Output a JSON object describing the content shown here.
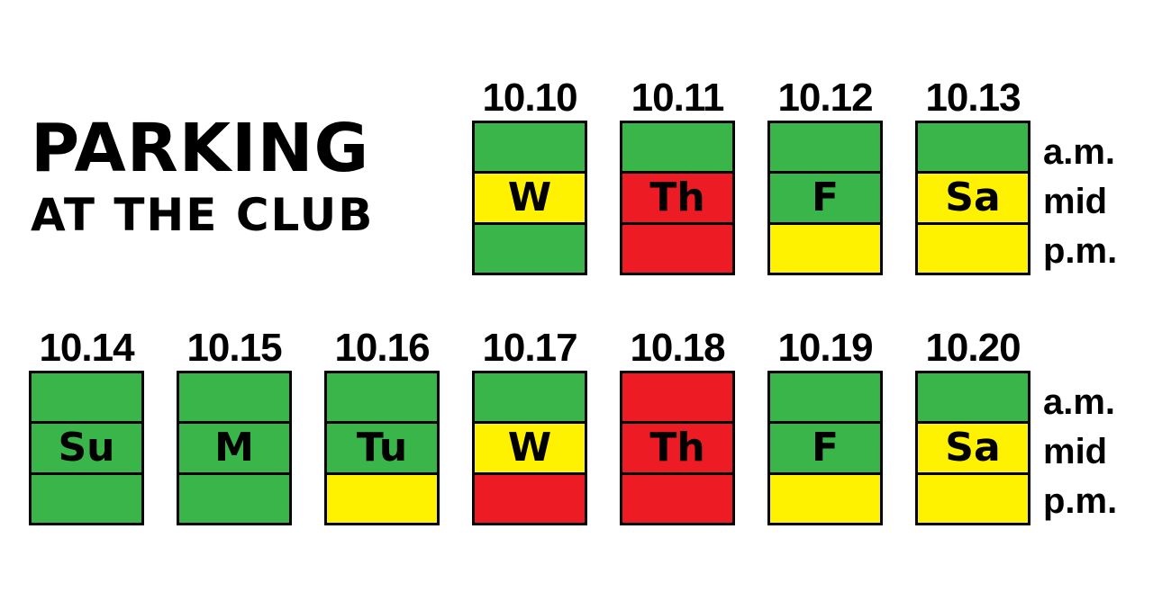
{
  "title": {
    "line1": "PARKING",
    "line2": "AT THE CLUB"
  },
  "period_labels": [
    "a.m.",
    "mid",
    "p.m."
  ],
  "colors": {
    "green": "#3ab54a",
    "yellow": "#fff200",
    "red": "#ed1c24"
  },
  "rows": [
    {
      "days": [
        {
          "date": "10.10",
          "abbr": "W",
          "status": [
            "green",
            "yellow",
            "green"
          ]
        },
        {
          "date": "10.11",
          "abbr": "Th",
          "status": [
            "green",
            "red",
            "red"
          ]
        },
        {
          "date": "10.12",
          "abbr": "F",
          "status": [
            "green",
            "green",
            "yellow"
          ]
        },
        {
          "date": "10.13",
          "abbr": "Sa",
          "status": [
            "green",
            "yellow",
            "yellow"
          ]
        }
      ]
    },
    {
      "days": [
        {
          "date": "10.14",
          "abbr": "Su",
          "status": [
            "green",
            "green",
            "green"
          ]
        },
        {
          "date": "10.15",
          "abbr": "M",
          "status": [
            "green",
            "green",
            "green"
          ]
        },
        {
          "date": "10.16",
          "abbr": "Tu",
          "status": [
            "green",
            "green",
            "yellow"
          ]
        },
        {
          "date": "10.17",
          "abbr": "W",
          "status": [
            "green",
            "yellow",
            "red"
          ]
        },
        {
          "date": "10.18",
          "abbr": "Th",
          "status": [
            "red",
            "red",
            "red"
          ]
        },
        {
          "date": "10.19",
          "abbr": "F",
          "status": [
            "green",
            "green",
            "yellow"
          ]
        },
        {
          "date": "10.20",
          "abbr": "Sa",
          "status": [
            "green",
            "yellow",
            "yellow"
          ]
        }
      ]
    }
  ]
}
